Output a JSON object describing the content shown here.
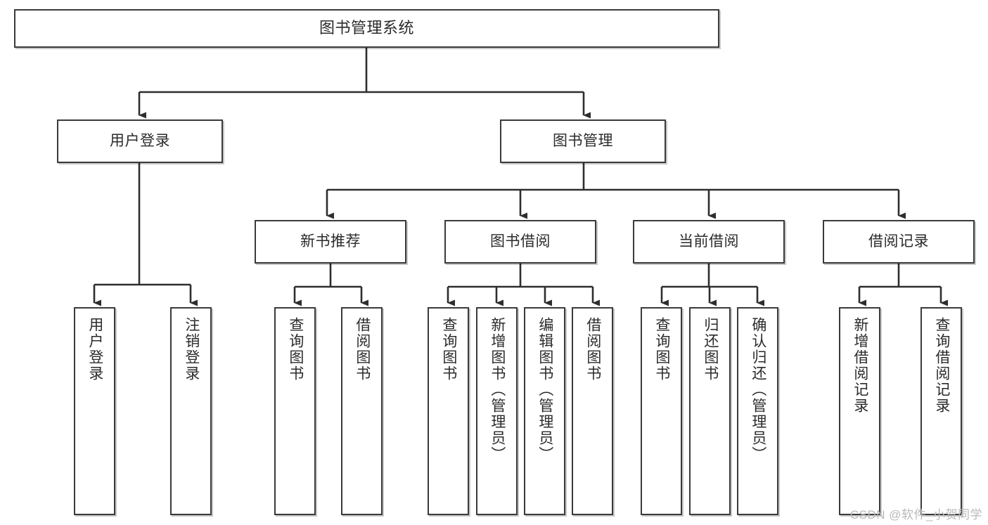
{
  "diagram": {
    "type": "tree-hierarchy-chart",
    "title": "图书管理系统",
    "watermark": "CSDN @软件_小贺同学",
    "colors": {
      "box_border": "#3a3a3a",
      "box_fill": "#ffffff",
      "connector": "#2e2e2e",
      "text": "#2b2b2b",
      "watermark": "#b9b9b9",
      "background": "#ffffff"
    },
    "nodes": {
      "root": {
        "label": "图书管理系统"
      },
      "level2": [
        {
          "label": "用户登录"
        },
        {
          "label": "图书管理"
        }
      ],
      "level3": [
        {
          "label": "新书推荐"
        },
        {
          "label": "图书借阅"
        },
        {
          "label": "当前借阅"
        },
        {
          "label": "借阅记录"
        }
      ],
      "leaves_user_login": [
        {
          "label": "用户登录"
        },
        {
          "label": "注销登录"
        }
      ],
      "leaves_new_books": [
        {
          "label": "查询图书"
        },
        {
          "label": "借阅图书"
        }
      ],
      "leaves_borrow": [
        {
          "label": "查询图书"
        },
        {
          "label": "新增图书（管理员）"
        },
        {
          "label": "编辑图书（管理员）"
        },
        {
          "label": "借阅图书"
        }
      ],
      "leaves_current": [
        {
          "label": "查询图书"
        },
        {
          "label": "归还图书"
        },
        {
          "label": "确认归还（管理员）"
        }
      ],
      "leaves_records": [
        {
          "label": "新增借阅记录"
        },
        {
          "label": "查询借阅记录"
        }
      ]
    }
  }
}
